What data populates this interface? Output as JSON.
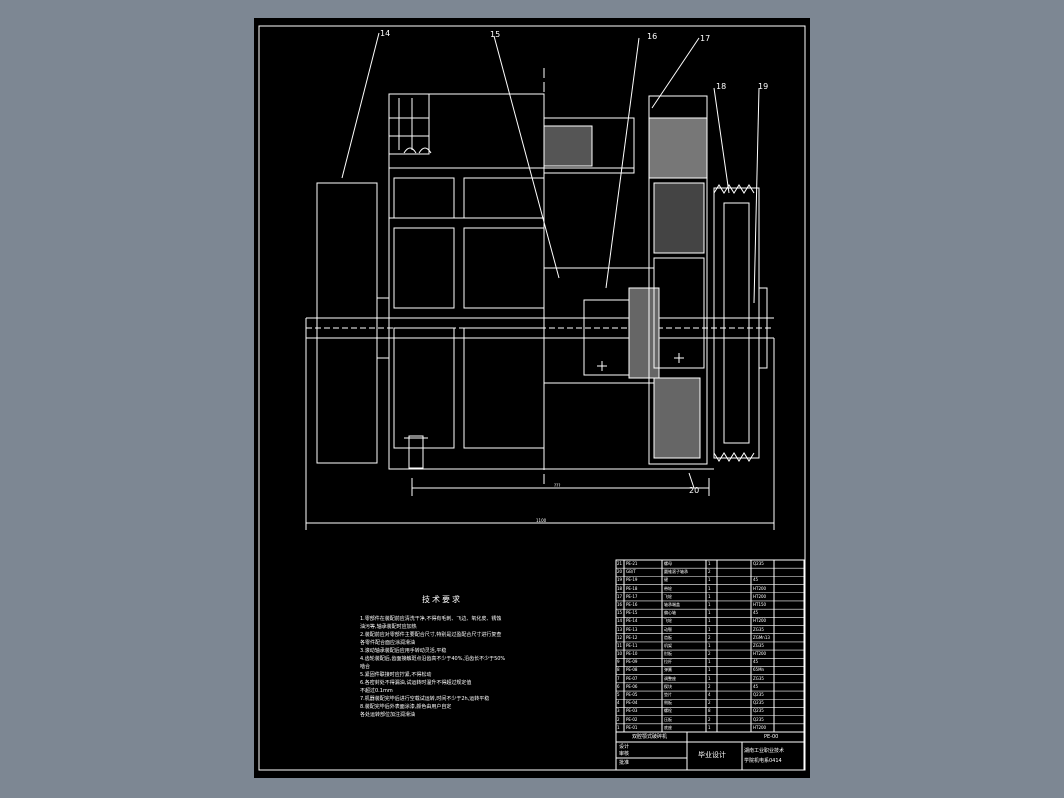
{
  "canvas": {
    "background": "#7d8793",
    "sheet_color": "#000000",
    "line_color": "#ffffff"
  },
  "callouts": [
    "14",
    "15",
    "16",
    "17",
    "18",
    "19",
    "20"
  ],
  "dimensions": {
    "overall": "1100",
    "inner": "???"
  },
  "technical_notes": {
    "title": "技术要求",
    "lines": [
      "1.零部件在装配前应清洗干净,不得有毛刺、飞边、氧化皮、锈蚀",
      "  油污等,轴承装配时应加热",
      "2.装配前应对零部件主要配合尺寸,特别是过盈配合尺寸进行复查",
      "  各零件配合面应涂润滑油",
      "3.滚动轴承装配后应用手转动灵活,平稳",
      "4.齿轮装配后,齿面接触斑点沿齿高不少于40%,沿齿长不少于50%",
      "  啮合",
      "5.紧固件联接时应拧紧,不得松动",
      "6.各密封处不得漏油,试运转时温升不得超过规定值",
      "  不超过0.1mm",
      "7.机器装配完毕后进行空载试运转,时间不少于2h,运转平稳",
      "8.装配完毕后外表面涂漆,颜色由用户自定",
      "  各处运转部位加注润滑油"
    ]
  },
  "title_block": {
    "product_name": "双腔颚式破碎机",
    "design_label": "毕业设计",
    "school": "湖南工业职业技术",
    "class_info": "学院机电系0414",
    "drawing_no": "PE-00",
    "roles": [
      "设计",
      "审核",
      "批准"
    ]
  },
  "parts_list": {
    "rows": [
      [
        "21",
        "PE-21",
        "螺母",
        "1",
        "Q235"
      ],
      [
        "20",
        "GB/T",
        "圆锥滚子轴承",
        "2",
        ""
      ],
      [
        "19",
        "PE-19",
        "键",
        "1",
        "45"
      ],
      [
        "18",
        "PE-18",
        "带轮",
        "1",
        "HT200"
      ],
      [
        "17",
        "PE-17",
        "飞轮",
        "1",
        "HT200"
      ],
      [
        "16",
        "PE-16",
        "轴承端盖",
        "1",
        "HT150"
      ],
      [
        "15",
        "PE-15",
        "偏心轴",
        "1",
        "45"
      ],
      [
        "14",
        "PE-14",
        "飞轮",
        "1",
        "HT200"
      ],
      [
        "13",
        "PE-13",
        "动颚",
        "1",
        "ZG35"
      ],
      [
        "12",
        "PE-12",
        "齿板",
        "2",
        "ZGMn13"
      ],
      [
        "11",
        "PE-11",
        "机架",
        "1",
        "ZG35"
      ],
      [
        "10",
        "PE-10",
        "肘板",
        "2",
        "HT200"
      ],
      [
        "9",
        "PE-09",
        "拉杆",
        "1",
        "45"
      ],
      [
        "8",
        "PE-08",
        "弹簧",
        "1",
        "65Mn"
      ],
      [
        "7",
        "PE-07",
        "调整座",
        "1",
        "ZG35"
      ],
      [
        "6",
        "PE-06",
        "楔块",
        "2",
        "45"
      ],
      [
        "5",
        "PE-05",
        "垫片",
        "4",
        "Q235"
      ],
      [
        "4",
        "PE-04",
        "侧板",
        "2",
        "Q235"
      ],
      [
        "3",
        "PE-03",
        "螺栓",
        "8",
        "Q235"
      ],
      [
        "2",
        "PE-02",
        "压板",
        "2",
        "Q235"
      ],
      [
        "1",
        "PE-01",
        "底座",
        "1",
        "HT200"
      ]
    ]
  }
}
